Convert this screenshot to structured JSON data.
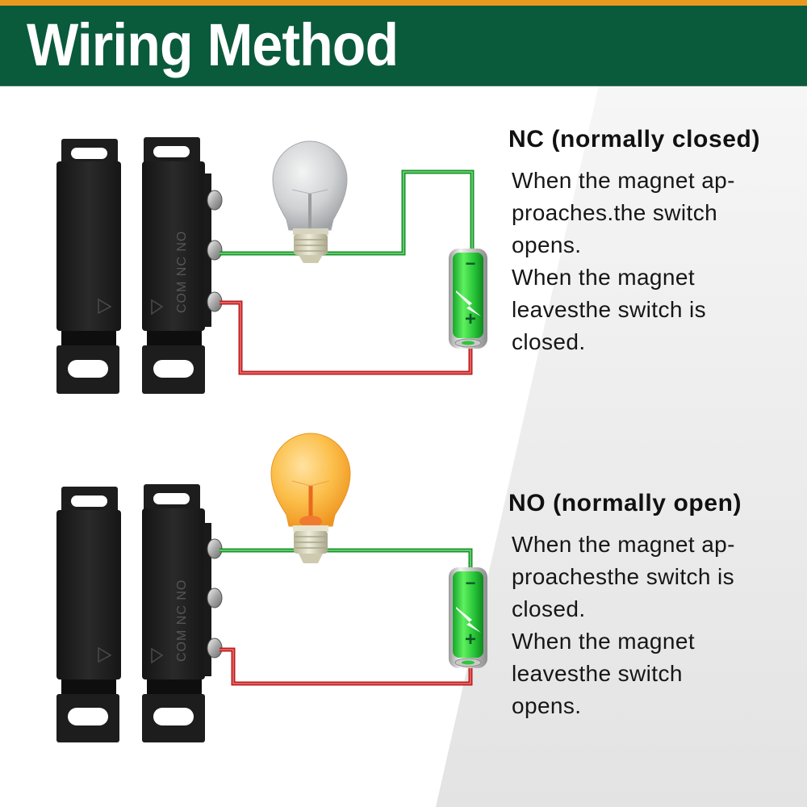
{
  "header": {
    "title": "Wiring Method"
  },
  "colors": {
    "accent": "#e8991e",
    "header_bg": "#0a5a3c",
    "wire_positive": "#2bb33a",
    "wire_negative": "#d42a2a",
    "battery": "#2ec63a",
    "bulb_off": "#d4d6d8",
    "bulb_on": "#f9b233"
  },
  "switch_label": "COM NC NO",
  "sections": [
    {
      "id": "nc",
      "heading": "NC (normally closed)",
      "bulb_state": "off",
      "battery_symbols": {
        "negative": "−",
        "positive": "+"
      },
      "description_lines": [
        "When the magnet ap-",
        "proaches.the switch",
        "opens.",
        "When the magnet",
        "leavesthe switch is",
        "closed."
      ]
    },
    {
      "id": "no",
      "heading": "NO (normally open)",
      "bulb_state": "on",
      "battery_symbols": {
        "negative": "−",
        "positive": "+"
      },
      "description_lines": [
        "When the magnet ap-",
        "proachesthe switch is",
        "closed.",
        "When the magnet",
        "leavesthe switch",
        "opens."
      ]
    }
  ]
}
